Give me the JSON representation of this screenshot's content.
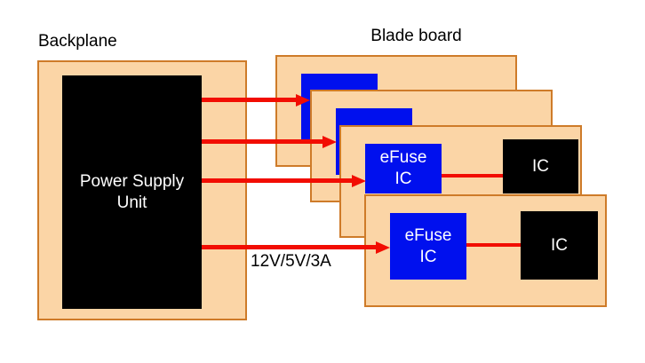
{
  "labels": {
    "backplane": "Backplane",
    "blade_board": "Blade board",
    "voltage": "12V/5V/3A"
  },
  "psu": {
    "line1": "Power Supply",
    "line2": "Unit"
  },
  "efuse": {
    "line1": "eFuse",
    "line2": "IC"
  },
  "ic": {
    "label": "IC"
  },
  "colors": {
    "board_fill": "#FBD5A6",
    "board_border": "#CE7B29",
    "efuse_blue": "#0010EE",
    "ic_black": "#000000",
    "wire_red": "#F20D02",
    "text_dark": "#000000",
    "text_light": "#FFFFFF",
    "background": "#FFFFFF"
  }
}
